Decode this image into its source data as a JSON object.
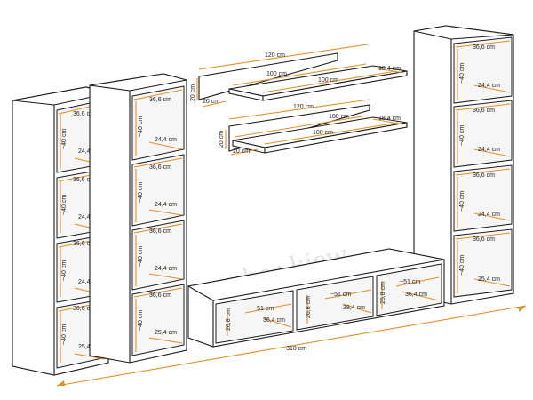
{
  "colors": {
    "dimension_line": "#e0902a",
    "outline": "#1a1a1a",
    "watermark": "#cfcfcf"
  },
  "watermark": "gerber-kiew",
  "shelf_left_1": {
    "width": "36,6 cm",
    "height": "~40 cm",
    "depth": "24,4 cm",
    "depth_bottom": "25,4 cm"
  },
  "shelf_left_2": {
    "width": "36,6 cm",
    "height": "~40 cm",
    "depth": "24,4 cm",
    "depth_bottom": "25,4 cm"
  },
  "shelf_right": {
    "width": "36,6 cm",
    "height": "~40 cm",
    "depth": "24,4 cm",
    "depth_bottom": "25,4 cm"
  },
  "wall_shelf_top": {
    "length": "120 cm",
    "inner": "100 cm",
    "inner2": "100 cm",
    "depth": "18,4 cm",
    "height": "20 cm",
    "thickness": "20 cm"
  },
  "wall_shelf_bottom": {
    "length": "120 cm",
    "inner": "100 cm",
    "inner2": "100 cm",
    "depth": "18,4 cm",
    "height": "20 cm",
    "thickness": "20 cm"
  },
  "tv_board": {
    "compartment_width": "~51 cm",
    "compartment_depth": "36,4 cm",
    "compartment_depth_2": "38,4 cm",
    "compartment_height": "26,8 cm",
    "total_length": "~310 cm"
  }
}
